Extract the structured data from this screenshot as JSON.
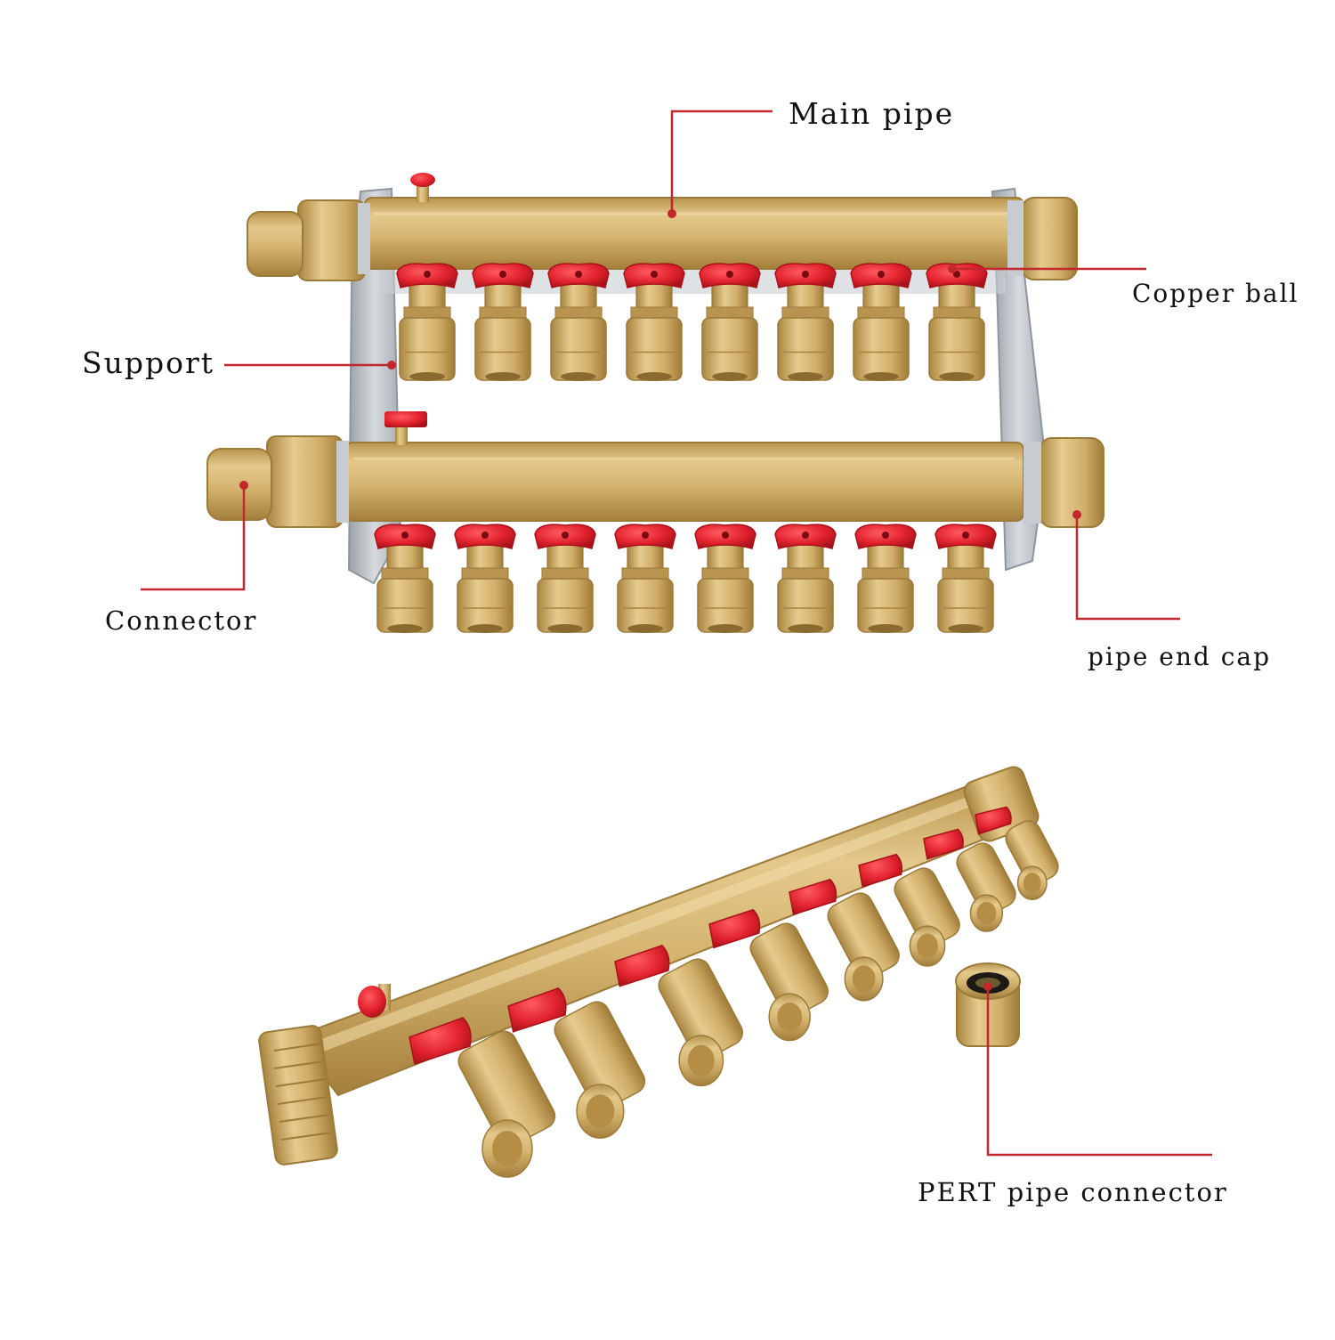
{
  "labels": {
    "main_pipe": "Main pipe",
    "copper_ball": "Copper ball",
    "support": "Support",
    "connector": "Connector",
    "pipe_end_cap": "pipe end cap",
    "pert_pipe_connector": "PERT pipe connector"
  },
  "colors": {
    "background": "#ffffff",
    "brass": "#d4b26a",
    "brass_light": "#e2c787",
    "brass_dark": "#a8843e",
    "valve_red": "#e2232e",
    "valve_red_dark": "#b3121b",
    "bracket": "#c3c8cd",
    "bracket_dark": "#8e959c",
    "leader_line": "#c1272d",
    "text": "#111111"
  },
  "icons": {
    "manifold_top": "brass-manifold-photo",
    "manifold_bottom": "brass-manifold-angled-photo",
    "valve": "red-butterfly-handle-icon"
  }
}
